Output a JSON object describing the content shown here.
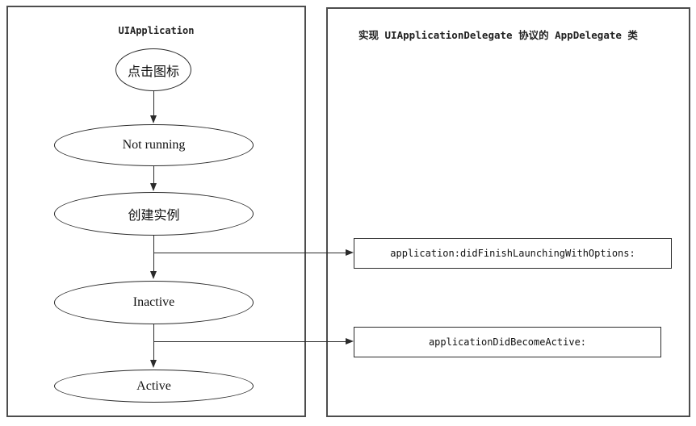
{
  "left_panel": {
    "title": "UIApplication",
    "nodes": [
      {
        "id": "tap-icon",
        "shape": "ellipse",
        "label": "点击图标"
      },
      {
        "id": "not-running",
        "shape": "ellipse",
        "label": "Not running"
      },
      {
        "id": "create-instance",
        "shape": "ellipse",
        "label": "创建实例"
      },
      {
        "id": "inactive",
        "shape": "ellipse",
        "label": "Inactive"
      },
      {
        "id": "active",
        "shape": "ellipse",
        "label": "Active"
      }
    ]
  },
  "right_panel": {
    "title": "实现 UIApplicationDelegate 协议的 AppDelegate 类",
    "callbacks": [
      {
        "id": "did-finish-launching",
        "shape": "rect",
        "label": "application:didFinishLaunchingWithOptions:"
      },
      {
        "id": "did-become-active",
        "shape": "rect",
        "label": "applicationDidBecomeActive:"
      }
    ]
  },
  "edges": [
    {
      "from": "tap-icon",
      "to": "not-running"
    },
    {
      "from": "not-running",
      "to": "create-instance"
    },
    {
      "from": "create-instance",
      "to": "inactive"
    },
    {
      "from": "create-instance",
      "to": "did-finish-launching"
    },
    {
      "from": "inactive",
      "to": "active"
    },
    {
      "from": "inactive",
      "to": "did-become-active"
    }
  ],
  "colors": {
    "background": "#ffffff",
    "panel_border": "#4d4d4d",
    "line": "#2b2b2b",
    "text": "#111111"
  }
}
